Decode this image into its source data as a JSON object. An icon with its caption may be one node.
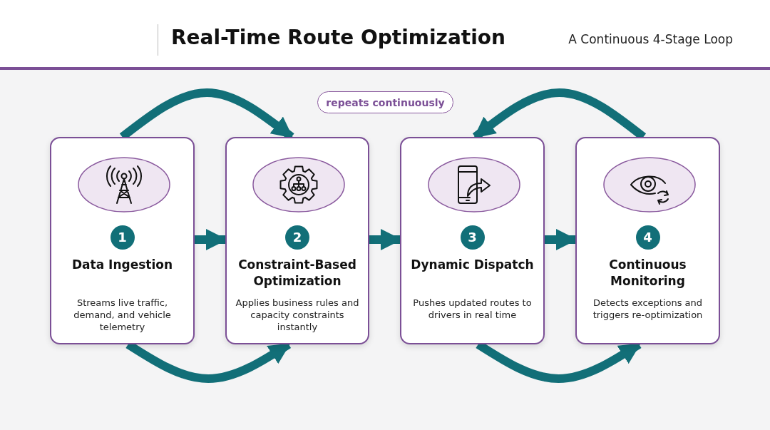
{
  "diagram": {
    "title": "Real-Time Route Optimization",
    "nodes": [
      {
        "text": [
          "1",
          "Data Ingestion",
          "Streams live traffic, demand, and vehicle telemetry"
        ]
      },
      {
        "text": [
          "2",
          "Constraint-Based Optimization",
          "Applies business rules and capacity constraints instantly"
        ]
      },
      {
        "text": [
          "3",
          "Dynamic Dispatch",
          "Pushes updated routes to drivers in real time"
        ]
      },
      {
        "text": [
          "4",
          "Continuous Monitoring",
          "Detects exceptions and triggers re-optimization"
        ]
      },
      {
        "text": [
          "repeats continuously"
        ]
      }
    ],
    "edges": [
      {
        "from": 0,
        "to": 1,
        "arrow": "to"
      },
      {
        "from": 1,
        "to": 2,
        "arrow": "to"
      },
      {
        "from": 2,
        "to": 3,
        "arrow": "to"
      },
      {
        "from": 0,
        "to": 1,
        "arrow": "to"
      },
      {
        "from": 3,
        "to": 2,
        "arrow": "to"
      },
      {
        "from": 0,
        "to": 1,
        "arrow": "to"
      },
      {
        "from": 2,
        "to": 3,
        "arrow": "to"
      }
    ],
    "labels": [
      "A Continuous 4-Stage Loop"
    ]
  }
}
